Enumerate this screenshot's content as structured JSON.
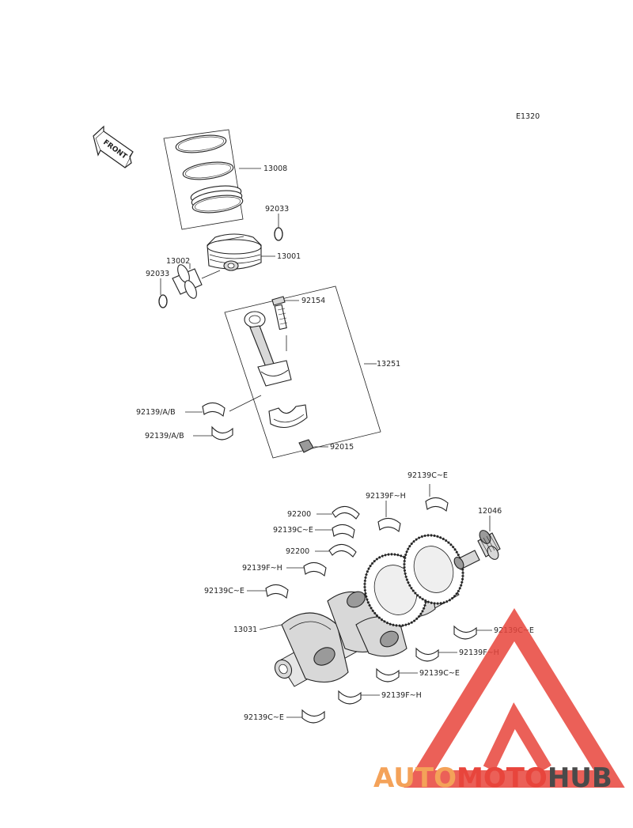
{
  "diagram_code": "E1320",
  "front_label": "FRONT",
  "watermark": {
    "part1": "AUTO",
    "part2": "MOTO",
    "part3": "HUB",
    "color1": "#f4a259",
    "color2": "#e8453c",
    "color3": "#4a4a4a"
  },
  "labels": {
    "piston_ring_set": "13008",
    "circlip_right": "92033",
    "piston": "13001",
    "piston_pin": "13002",
    "circlip_left": "92033",
    "con_rod_bolt": "92154",
    "connecting_rod": "13251",
    "bearing_upper": "92139/A/B",
    "bearing_lower": "92139/A/B",
    "con_rod_nut": "92015",
    "main_bearing_top": "92139C~E",
    "thrust_bearing_1": "92200",
    "main_bearing_fh_1": "92139F~H",
    "main_bearing_ce_1": "92139C~E",
    "chain_12046": "12046",
    "thrust_bearing_2": "92200",
    "main_bearing_fh_2": "92139F~H",
    "main_bearing_ce_2": "92139C~E",
    "crankshaft": "13031",
    "main_bearing_ce_3": "92139C~E",
    "main_bearing_fh_3": "92139F~H",
    "main_bearing_ce_4": "92139C~E",
    "main_bearing_fh_4": "92139F~H",
    "main_bearing_ce_5": "92139C~E"
  }
}
